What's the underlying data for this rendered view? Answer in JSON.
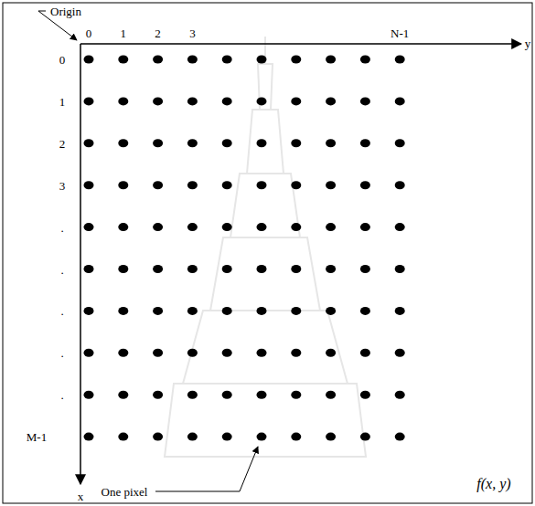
{
  "diagram": {
    "labels": [
      "Origin",
      "0",
      "1",
      "2",
      "3",
      "N-1",
      "y",
      "0",
      "1",
      "2",
      "3",
      ".",
      ".",
      ".",
      ".",
      ".",
      "M-1",
      "x",
      "One pixel",
      "f(x, y)"
    ]
  }
}
